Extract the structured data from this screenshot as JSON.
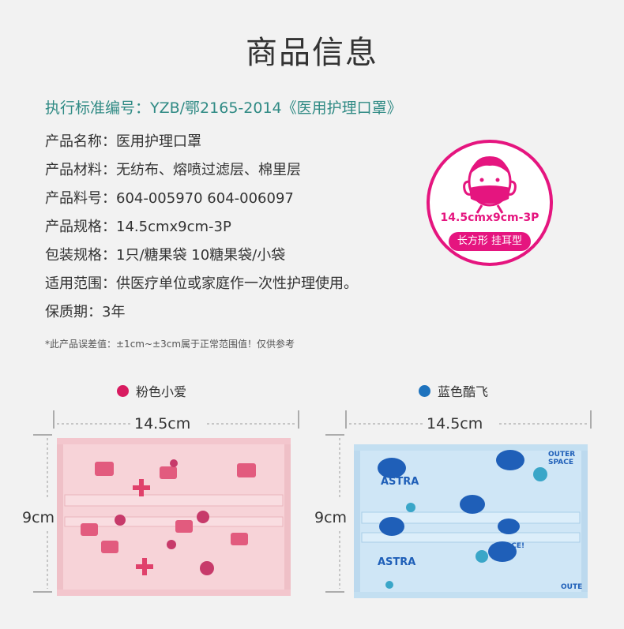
{
  "header": {
    "title": "商品信息"
  },
  "standard": "执行标准编号：YZB/鄂2165-2014《医用护理口罩》",
  "specs": [
    "产品名称：医用护理口罩",
    "产品材料：无纺布、熔喷过滤层、棉里层",
    "产品料号：604-005970  604-006097",
    "产品规格：14.5cmx9cm-3P",
    "包装规格：1只/糖果袋  10糖果袋/小袋",
    "适用范围：供医疗单位或家庭作一次性护理使用。",
    "保质期：3年"
  ],
  "note": "*此产品误差值：±1cm~±3cm属于正常范围值！仅供参考",
  "badge": {
    "size": "14.5cmx9cm-3P",
    "type": "长方形 挂耳型",
    "color": "#e5157f"
  },
  "variants": [
    {
      "name": "粉色小爱",
      "color": "#d81b60",
      "width": "14.5cm",
      "height": "9cm",
      "mask_color": "#f7d3d8"
    },
    {
      "name": "蓝色酷飞",
      "color": "#1e73be",
      "width": "14.5cm",
      "height": "9cm",
      "mask_color": "#cfe6f6",
      "print_text": [
        "ASTRA",
        "ASTRA",
        "SPACE!",
        "OUTER SPACE",
        "OUTE"
      ]
    }
  ]
}
